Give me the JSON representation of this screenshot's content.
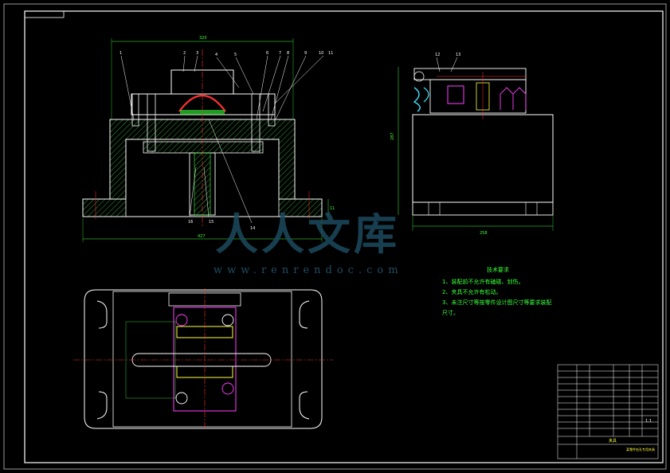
{
  "drawing": {
    "front_view": {
      "width_dim": "320",
      "base_dim": "427",
      "height_dim": "11",
      "leaders": [
        "1",
        "2",
        "3",
        "4",
        "5",
        "6",
        "7",
        "8",
        "9",
        "10",
        "11"
      ],
      "bottom_leaders": [
        "16",
        "15",
        "14"
      ]
    },
    "side_view": {
      "height_dim": "287",
      "width_dim": "258",
      "leaders": [
        "12",
        "13"
      ]
    },
    "tech_notes": {
      "title": "技术要求",
      "items": [
        "1、装配前不允许有磕碰、划伤。",
        "2、夹具不允许有松动。",
        "3、未注尺寸等按零件设计图尺寸等要求装配尺寸。"
      ]
    },
    "title_block": {
      "drawing_name": "夹具",
      "part_name": "某零件钻孔专用夹具",
      "scale": "1:1"
    }
  },
  "watermark": {
    "logo_text": "人人文库",
    "url": "www.renrendoc.com"
  },
  "colors": {
    "background": "#000000",
    "outline": "#ffffff",
    "hatch": "#3cd23c",
    "dimension": "#3cff3c",
    "center_line": "#ff3030",
    "magenta": "#ff40ff",
    "cyan": "#40e0ff",
    "yellow": "#ffff40",
    "watermark": "#1f4e63"
  }
}
